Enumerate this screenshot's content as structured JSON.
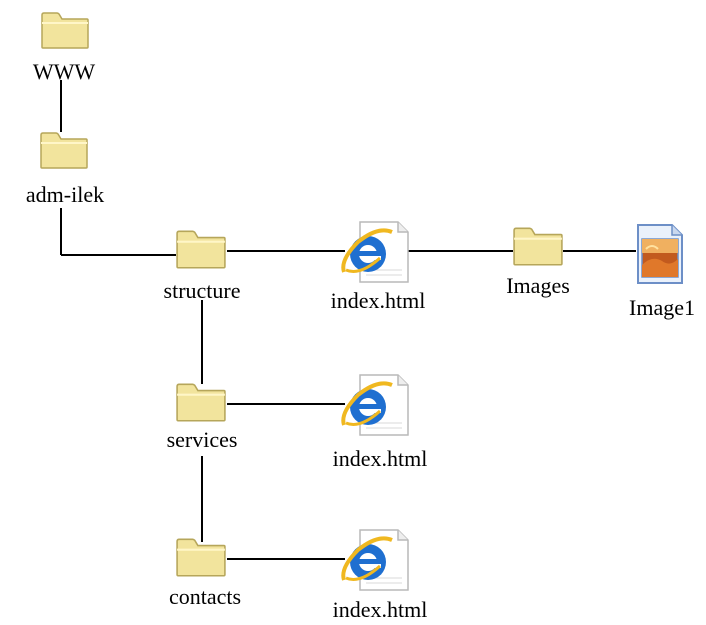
{
  "colors": {
    "background": "#ffffff",
    "connector": "#000000",
    "folder_fill": "#f2e49d",
    "folder_stroke": "#b6a65a",
    "ie_blue": "#1f6fd0",
    "ie_ring": "#f0b820",
    "image_frame": "#6d8fc7",
    "image_orange": "#e0782a"
  },
  "nodes": {
    "www": {
      "label": "WWW",
      "icon": "folder-icon"
    },
    "adm_ilek": {
      "label": "adm-ilek",
      "icon": "folder-icon"
    },
    "structure": {
      "label": "structure",
      "icon": "folder-icon"
    },
    "index_structure": {
      "label": "index.html",
      "icon": "ie-html-file-icon"
    },
    "images": {
      "label": "Images",
      "icon": "folder-icon"
    },
    "image1": {
      "label": "Image1",
      "icon": "image-file-icon"
    },
    "services": {
      "label": "services",
      "icon": "folder-icon"
    },
    "index_services": {
      "label": "index.html",
      "icon": "ie-html-file-icon"
    },
    "contacts": {
      "label": "contacts",
      "icon": "folder-icon"
    },
    "index_contacts": {
      "label": "index.html",
      "icon": "ie-html-file-icon"
    }
  }
}
